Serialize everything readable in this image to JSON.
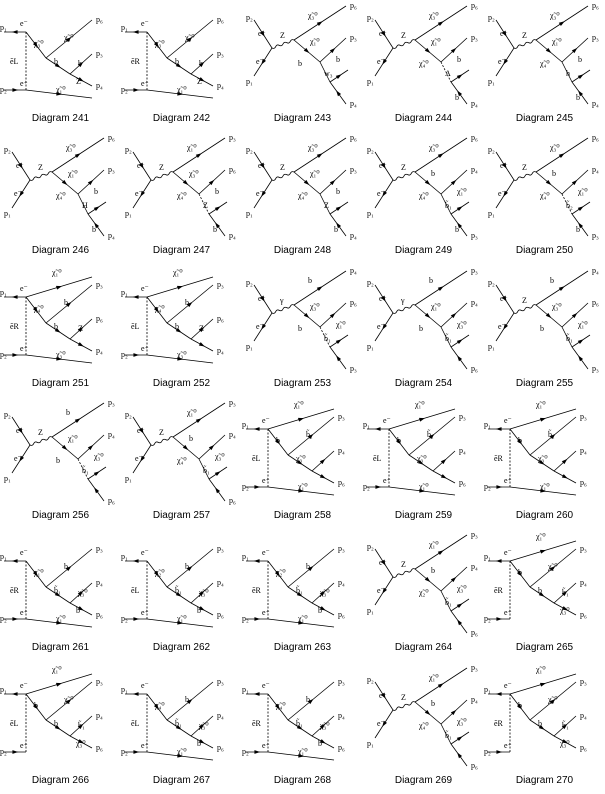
{
  "diagrams": [
    {
      "caption": "Diagram 241",
      "type": "t",
      "lower": "χ̃₁⁰",
      "prop": "ẽL",
      "e1": "e⁻",
      "e2": "e⁺",
      "in1": "p₁",
      "in2": "p₂",
      "out": [
        "p₆",
        "p₃",
        "p₄"
      ],
      "labels": [
        "χ̃₃⁰",
        "χ̃₄⁰",
        "b",
        "b",
        "Z"
      ]
    },
    {
      "caption": "Diagram 242",
      "type": "t",
      "lower": "χ̃₁⁰",
      "prop": "ẽR",
      "e1": "e⁻",
      "e2": "e⁺",
      "in1": "p₁",
      "in2": "p₂",
      "out": [
        "p₆",
        "p₃",
        "p₄"
      ],
      "labels": [
        "χ̃₃⁰",
        "χ̃₄⁰",
        "b",
        "b",
        "Z"
      ]
    },
    {
      "caption": "Diagram 243",
      "type": "s",
      "med": "Z",
      "in1": "p₂",
      "in2": "p₁",
      "e1": "e⁺",
      "e2": "e⁻",
      "out": [
        "p₆",
        "p₃",
        "p₄"
      ],
      "labels": [
        "χ̃₃⁰",
        "χ̃₁⁰",
        "b",
        "w₃",
        "b"
      ]
    },
    {
      "caption": "Diagram 244",
      "type": "s",
      "med": "Z",
      "in1": "p₂",
      "in2": "p₁",
      "e1": "e⁺",
      "e2": "e⁻",
      "out": [
        "p₆",
        "p₃",
        "p₄"
      ],
      "labels": [
        "χ̃₃⁰",
        "χ̃₁⁰",
        "χ̃₄⁰",
        "A",
        "b",
        "b"
      ]
    },
    {
      "caption": "Diagram 245",
      "type": "s",
      "med": "Z",
      "in1": "p₂",
      "in2": "p₁",
      "e1": "e⁺",
      "e2": "e⁻",
      "out": [
        "p₆",
        "p₃",
        "p₄"
      ],
      "labels": [
        "χ̃₃⁰",
        "χ̃₁⁰",
        "χ̃₄⁰",
        "h",
        "b",
        "b"
      ]
    },
    {
      "caption": "Diagram 246",
      "type": "s",
      "med": "Z",
      "in1": "p₂",
      "in2": "p₁",
      "e1": "e⁺",
      "e2": "e⁻",
      "out": [
        "p₆",
        "p₃",
        "p₄"
      ],
      "labels": [
        "χ̃₃⁰",
        "χ̃₁⁰",
        "χ̃₄⁰",
        "H",
        "b",
        "b"
      ]
    },
    {
      "caption": "Diagram 247",
      "type": "s",
      "med": "Z",
      "in1": "p₂",
      "in2": "p₁",
      "e1": "e⁺",
      "e2": "e⁻",
      "out": [
        "p₃",
        "p₆",
        "p₄"
      ],
      "labels": [
        "χ̃₁⁰",
        "χ̃₃⁰",
        "χ̃₄⁰",
        "Z",
        "b",
        "b"
      ]
    },
    {
      "caption": "Diagram 248",
      "type": "s",
      "med": "Z",
      "in1": "p₂",
      "in2": "p₁",
      "e1": "e⁺",
      "e2": "e⁻",
      "out": [
        "p₆",
        "p₃",
        "p₄"
      ],
      "labels": [
        "χ̃₃⁰",
        "χ̃₁⁰",
        "χ̃₄⁰",
        "Z",
        "b",
        "b"
      ]
    },
    {
      "caption": "Diagram 249",
      "type": "s",
      "med": "Z",
      "in1": "p₂",
      "in2": "p₁",
      "e1": "e⁺",
      "e2": "e⁻",
      "out": [
        "p₆",
        "p₄",
        "p₃"
      ],
      "labels": [
        "χ̃₃⁰",
        "b",
        "χ̃₄⁰",
        "b̃₁",
        "χ̃₁⁰",
        "b"
      ]
    },
    {
      "caption": "Diagram 250",
      "type": "s",
      "med": "Z",
      "in1": "p₂",
      "in2": "p₁",
      "e1": "e⁺",
      "e2": "e⁻",
      "out": [
        "p₆",
        "p₄",
        "p₃"
      ],
      "labels": [
        "χ̃₃⁰",
        "b",
        "χ̃₄⁰",
        "b̃₂",
        "χ̃₁⁰",
        "b"
      ]
    },
    {
      "caption": "Diagram 251",
      "type": "t",
      "lower": "χ̃₃⁰",
      "upper": "χ̃₁⁰",
      "prop": "ẽR",
      "e1": "e⁻",
      "e2": "e⁺",
      "in1": "p₁",
      "in2": "p₂",
      "out": [
        "p₃",
        "p₆",
        "p₄"
      ],
      "labels": [
        "χ̃₄⁰",
        "b",
        "b",
        "Z"
      ]
    },
    {
      "caption": "Diagram 252",
      "type": "t",
      "lower": "χ̃₃⁰",
      "upper": "χ̃₁⁰",
      "prop": "ẽL",
      "e1": "e⁻",
      "e2": "e⁺",
      "in1": "p₁",
      "in2": "p₂",
      "out": [
        "p₃",
        "p₆",
        "p₄"
      ],
      "labels": [
        "χ̃₄⁰",
        "b",
        "b",
        "Z"
      ]
    },
    {
      "caption": "Diagram 253",
      "type": "s",
      "med": "γ",
      "in1": "p₂",
      "in2": "p₁",
      "e1": "e⁺",
      "e2": "e⁻",
      "out": [
        "p₄",
        "p₆",
        "p₃"
      ],
      "labels": [
        "b",
        "χ̃₃⁰",
        "b",
        "b̃₁",
        "χ̃₁⁰"
      ]
    },
    {
      "caption": "Diagram 254",
      "type": "s",
      "med": "γ",
      "in1": "p₂",
      "in2": "p₁",
      "e1": "e⁺",
      "e2": "e⁻",
      "out": [
        "p₃",
        "p₄",
        "p₆"
      ],
      "labels": [
        "b",
        "χ̃₁⁰",
        "b",
        "b̃₁",
        "χ̃₃⁰"
      ]
    },
    {
      "caption": "Diagram 255",
      "type": "s",
      "med": "Z",
      "in1": "p₂",
      "in2": "p₁",
      "e1": "e⁺",
      "e2": "e⁻",
      "out": [
        "p₄",
        "p₆",
        "p₃"
      ],
      "labels": [
        "b",
        "χ̃₃⁰",
        "b",
        "b̃₁",
        "χ̃₁⁰"
      ]
    },
    {
      "caption": "Diagram 256",
      "type": "s",
      "med": "Z",
      "in1": "p₂",
      "in2": "p₁",
      "e1": "e⁺",
      "e2": "e⁻",
      "out": [
        "p₃",
        "p₄",
        "p₆"
      ],
      "labels": [
        "b",
        "χ̃₁⁰",
        "b",
        "b̃₁",
        "χ̃₃⁰"
      ]
    },
    {
      "caption": "Diagram 257",
      "type": "s",
      "med": "Z",
      "in1": "p₂",
      "in2": "p₁",
      "e1": "e⁺",
      "e2": "e⁻",
      "out": [
        "p₃",
        "p₄",
        "p₆"
      ],
      "labels": [
        "χ̃₁⁰",
        "b",
        "χ̃₄⁰",
        "b̃₁",
        "χ̃₃⁰"
      ]
    },
    {
      "caption": "Diagram 258",
      "type": "t",
      "upper": "χ̃₁⁰",
      "lower": "χ̃₁⁰",
      "prop": "ẽL",
      "e1": "e⁻",
      "e2": "e⁺",
      "in1": "p₁",
      "in2": "p₂",
      "out": [
        "p₃",
        "p₄",
        "p₆"
      ],
      "labels": [
        "b",
        "b̃₁",
        "χ̃₃⁰"
      ]
    },
    {
      "caption": "Diagram 259",
      "type": "t",
      "upper": "χ̃₁⁰",
      "lower": "χ̃₁⁰",
      "prop": "ẽL",
      "e1": "e⁻",
      "e2": "e⁺",
      "in1": "p₁",
      "in2": "p₂",
      "out": [
        "p₃",
        "p₄",
        "p₆"
      ],
      "labels": [
        "b",
        "b̃₁",
        "χ̃₃⁰"
      ]
    },
    {
      "caption": "Diagram 260",
      "type": "t",
      "upper": "χ̃₁⁰",
      "lower": "χ̃₁⁰",
      "prop": "ẽR",
      "e1": "e⁻",
      "e2": "e⁺",
      "in1": "p₁",
      "in2": "p₂",
      "out": [
        "p₃",
        "p₄",
        "p₆"
      ],
      "labels": [
        "b",
        "b̃₁",
        "χ̃₃⁰"
      ]
    },
    {
      "caption": "Diagram 261",
      "type": "t",
      "lower": "χ̃₁⁰",
      "prop": "ẽR",
      "e1": "e⁻",
      "e2": "e⁺",
      "in1": "p₁",
      "in2": "p₂",
      "out": [
        "p₃",
        "p₄",
        "p₆"
      ],
      "labels": [
        "χ̃₁⁰",
        "b",
        "b̃₁",
        "χ̃₃⁰",
        "b"
      ]
    },
    {
      "caption": "Diagram 262",
      "type": "t",
      "lower": "χ̃₁⁰",
      "prop": "ẽL",
      "e1": "e⁻",
      "e2": "e⁺",
      "in1": "p₁",
      "in2": "p₂",
      "out": [
        "p₃",
        "p₄",
        "p₆"
      ],
      "labels": [
        "χ̃₂⁰",
        "b",
        "b̃₁",
        "χ̃₃⁰",
        "b"
      ]
    },
    {
      "caption": "Diagram 263",
      "type": "t",
      "lower": "χ̃₁⁰",
      "prop": "ẽR",
      "e1": "e⁻",
      "e2": "e⁺",
      "in1": "p₁",
      "in2": "p₂",
      "out": [
        "p₃",
        "p₄",
        "p₆"
      ],
      "labels": [
        "χ̃₂⁰",
        "b",
        "b̃₁",
        "χ̃₃⁰",
        "b"
      ]
    },
    {
      "caption": "Diagram 264",
      "type": "s",
      "med": "Z",
      "in1": "p₂",
      "in2": "p₁",
      "e1": "e⁺",
      "e2": "e⁻",
      "out": [
        "p₃",
        "p₄",
        "p₆"
      ],
      "labels": [
        "χ̃₁⁰",
        "b",
        "χ̃₂⁰",
        "b̃₁",
        "χ̃₃⁰"
      ]
    },
    {
      "caption": "Diagram 265",
      "type": "t",
      "upper": "χ̃₁⁰",
      "prop": "ẽR",
      "e1": "e⁻",
      "e2": "e⁺",
      "in1": "p₁",
      "in2": "p₂",
      "out": [
        "p₃",
        "p₄",
        "p₆"
      ],
      "labels": [
        "b",
        "χ̃₂⁰",
        "b",
        "b̃₁",
        "χ̃₃⁰"
      ]
    },
    {
      "caption": "Diagram 266",
      "type": "t",
      "upper": "χ̃₁⁰",
      "prop": "ẽL",
      "e1": "e⁻",
      "e2": "e⁺",
      "in1": "p₁",
      "in2": "p₂",
      "out": [
        "p₃",
        "p₄",
        "p₆"
      ],
      "labels": [
        "b",
        "χ̃₂⁰",
        "b",
        "b̃₁",
        "χ̃₃⁰"
      ]
    },
    {
      "caption": "Diagram 267",
      "type": "t",
      "lower": "χ̃₁⁰",
      "prop": "ẽL",
      "e1": "e⁻",
      "e2": "e⁺",
      "in1": "p₁",
      "in2": "p₂",
      "out": [
        "p₃",
        "p₄",
        "p₆"
      ],
      "labels": [
        "χ̃₄⁰",
        "b",
        "b̃₁",
        "χ̃₃⁰",
        "b"
      ]
    },
    {
      "caption": "Diagram 268",
      "type": "t",
      "lower": "χ̃₁⁰",
      "prop": "ẽR",
      "e1": "e⁻",
      "e2": "e⁺",
      "in1": "p₁",
      "in2": "p₂",
      "out": [
        "p₃",
        "p₄",
        "p₆"
      ],
      "labels": [
        "χ̃₄⁰",
        "b",
        "b̃₁",
        "χ̃₃⁰",
        "b"
      ]
    },
    {
      "caption": "Diagram 269",
      "type": "s",
      "med": "Z",
      "in1": "p₂",
      "in2": "p₁",
      "e1": "e⁺",
      "e2": "e⁻",
      "out": [
        "p₃",
        "p₄",
        "p₆"
      ],
      "labels": [
        "χ̃₁⁰",
        "b",
        "χ̃₄⁰",
        "b̃₁",
        "χ̃₃⁰"
      ]
    },
    {
      "caption": "Diagram 270",
      "type": "t",
      "upper": "χ̃₁⁰",
      "prop": "ẽR",
      "e1": "e⁻",
      "e2": "e⁺",
      "in1": "p₁",
      "in2": "p₂",
      "out": [
        "p₃",
        "p₄",
        "p₆"
      ],
      "labels": [
        "b",
        "χ̃₄⁰",
        "b",
        "b̃₁",
        "χ̃₃⁰"
      ]
    }
  ]
}
